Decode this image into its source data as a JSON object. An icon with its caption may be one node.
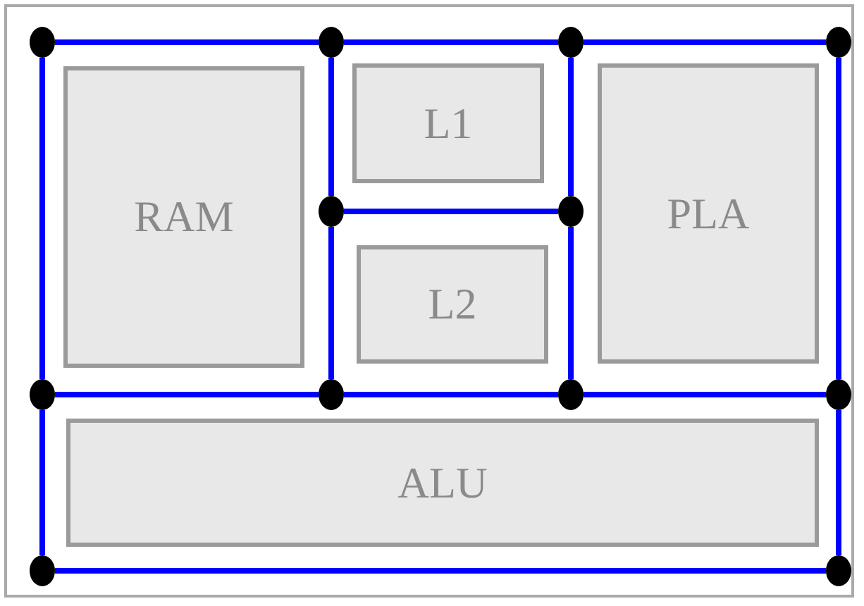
{
  "diagram": {
    "nodes": [
      {
        "text": [
          "RAM"
        ]
      },
      {
        "text": [
          "L1"
        ]
      },
      {
        "text": [
          "L2"
        ]
      },
      {
        "text": [
          "PLA"
        ]
      },
      {
        "text": [
          "ALU"
        ]
      },
      {
        "text": [],
        "shape": "circle"
      },
      {
        "text": [],
        "shape": "circle"
      },
      {
        "text": [],
        "shape": "circle"
      },
      {
        "text": [],
        "shape": "circle"
      },
      {
        "text": [],
        "shape": "circle"
      },
      {
        "text": [],
        "shape": "circle"
      },
      {
        "text": [],
        "shape": "circle"
      },
      {
        "text": [],
        "shape": "circle"
      },
      {
        "text": [],
        "shape": "circle"
      },
      {
        "text": [],
        "shape": "circle"
      },
      {
        "text": [],
        "shape": "circle"
      },
      {
        "text": [],
        "shape": "circle"
      }
    ],
    "edges": [
      {
        "from": 5,
        "to": 6,
        "arrow": "none"
      },
      {
        "from": 6,
        "to": 7,
        "arrow": "none"
      },
      {
        "from": 7,
        "to": 8,
        "arrow": "none"
      },
      {
        "from": 5,
        "to": 11,
        "arrow": "none"
      },
      {
        "from": 6,
        "to": 9,
        "arrow": "none"
      },
      {
        "from": 7,
        "to": 10,
        "arrow": "none"
      },
      {
        "from": 8,
        "to": 14,
        "arrow": "none"
      },
      {
        "from": 9,
        "to": 10,
        "arrow": "none"
      },
      {
        "from": 9,
        "to": 12,
        "arrow": "none"
      },
      {
        "from": 10,
        "to": 13,
        "arrow": "none"
      },
      {
        "from": 11,
        "to": 12,
        "arrow": "none"
      },
      {
        "from": 12,
        "to": 13,
        "arrow": "none"
      },
      {
        "from": 13,
        "to": 14,
        "arrow": "none"
      },
      {
        "from": 11,
        "to": 15,
        "arrow": "none"
      },
      {
        "from": 14,
        "to": 16,
        "arrow": "none"
      },
      {
        "from": 15,
        "to": 16,
        "arrow": "none"
      }
    ]
  }
}
